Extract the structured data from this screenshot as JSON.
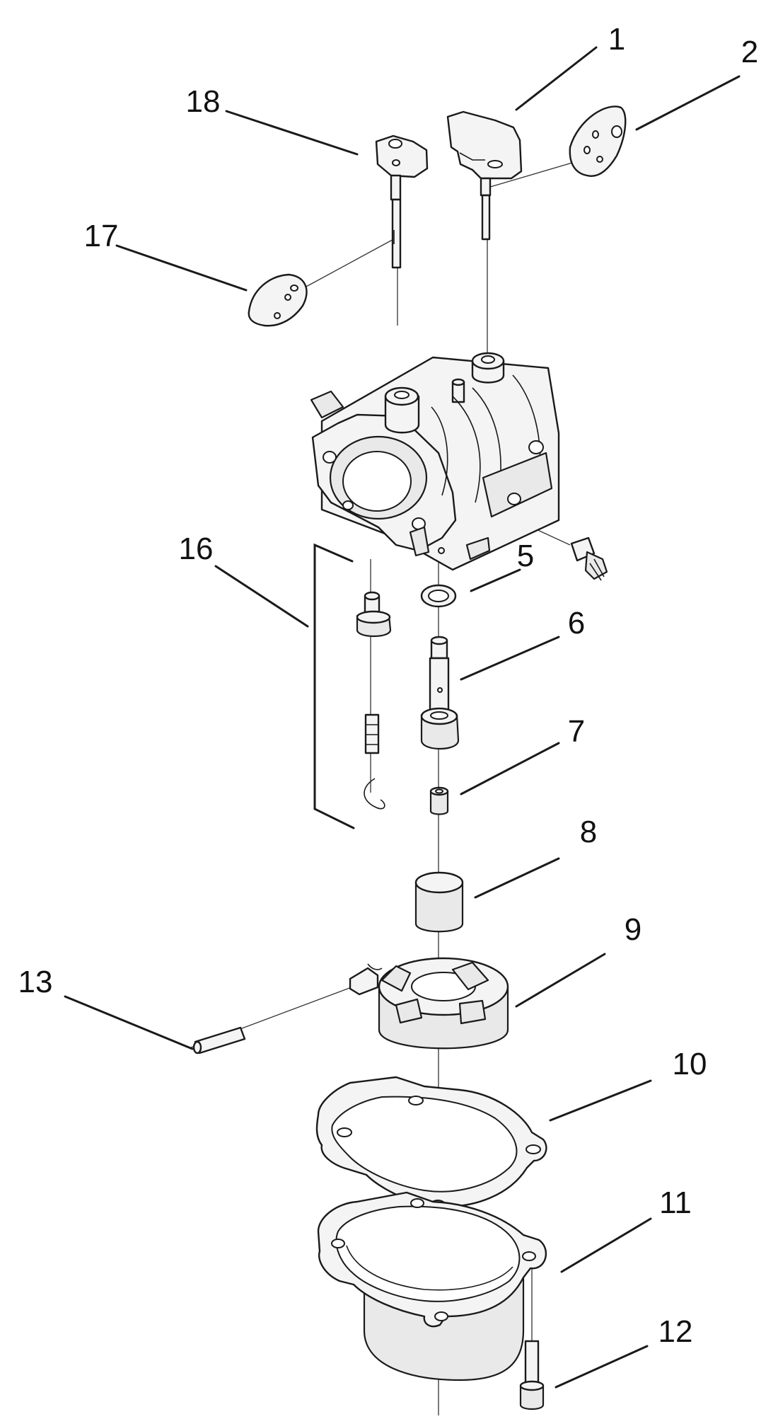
{
  "callouts": [
    {
      "id": "1",
      "label": "1"
    },
    {
      "id": "2",
      "label": "2"
    },
    {
      "id": "5",
      "label": "5"
    },
    {
      "id": "6",
      "label": "6"
    },
    {
      "id": "7",
      "label": "7"
    },
    {
      "id": "8",
      "label": "8"
    },
    {
      "id": "9",
      "label": "9"
    },
    {
      "id": "10",
      "label": "10"
    },
    {
      "id": "11",
      "label": "11"
    },
    {
      "id": "12",
      "label": "12"
    },
    {
      "id": "13",
      "label": "13"
    },
    {
      "id": "16",
      "label": "16"
    },
    {
      "id": "17",
      "label": "17"
    },
    {
      "id": "18",
      "label": "18"
    }
  ]
}
